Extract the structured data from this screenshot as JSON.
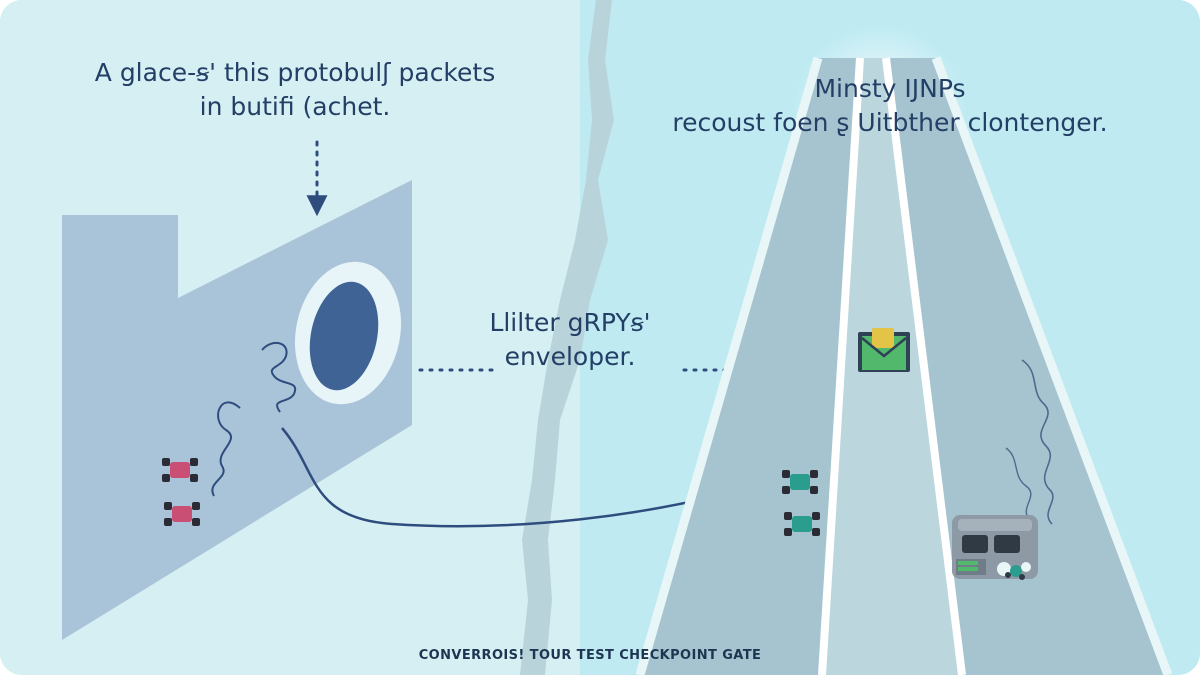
{
  "scene": {
    "left_label": {
      "line1": "A glace-ꞩ' this protobulʃ packets",
      "line2": "in butifi (achet."
    },
    "middle_label": {
      "line1": "Llilter gRPYꞩ'",
      "line2": "enveloper."
    },
    "right_label": {
      "line1": "Minsty IJNPs",
      "line2": "recoust foen ʂ Uitbther clontenger."
    },
    "footer_caption": "CONVERROIS! TOUR TEST CHECKPOINT GATE"
  },
  "colors": {
    "left_background": "#d6eff3",
    "right_background": "#bfeaf2",
    "divider": "#b9d3da",
    "panel": "#a9c3d8",
    "portal_glow": "#e7f4f8",
    "portal_core": "#3e6394",
    "road": "#a6c4d0",
    "road_edge": "#e9f6f8",
    "lane_line": "#ffffff",
    "text": "#233f66",
    "arrow": "#2e4d7e",
    "packet_pink": "#c94f74",
    "packet_teal": "#2a9d8f",
    "envelope_green": "#52b96c",
    "envelope_gold": "#e4c447",
    "gate_gray": "#8d9aa5"
  }
}
